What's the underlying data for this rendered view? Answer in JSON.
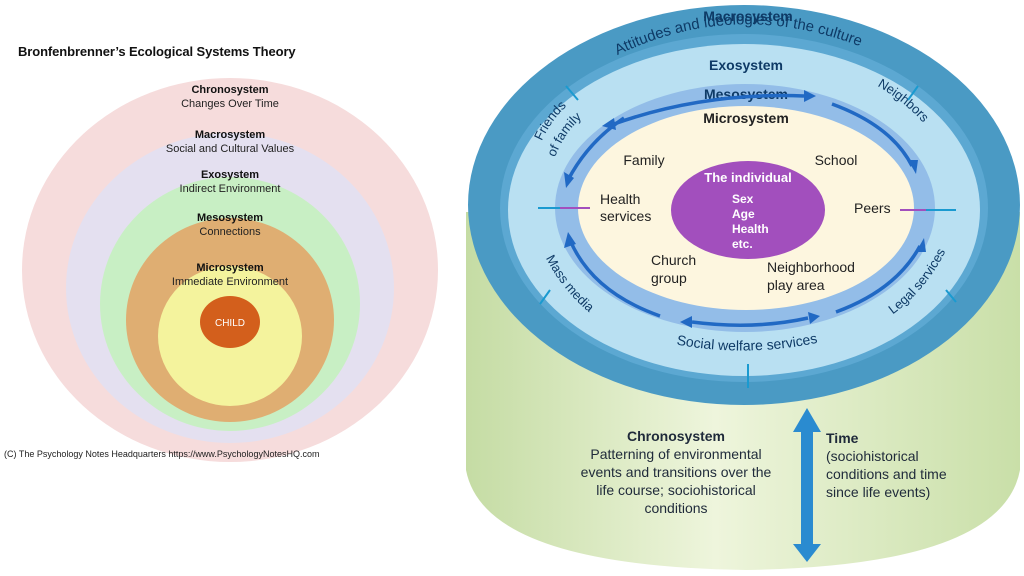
{
  "left": {
    "title": "Bronfenbrenner’s Ecological Systems Theory",
    "credit": "(C) The Psychology Notes Headquarters https://www.PsychologyNotesHQ.com",
    "rings": [
      {
        "name": "Chronosystem",
        "desc": "Changes Over Time",
        "color": "#f6dcdc"
      },
      {
        "name": "Macrosystem",
        "desc": "Social and Cultural Values",
        "color": "#e4e0f0"
      },
      {
        "name": "Exosystem",
        "desc": "Indirect Environment",
        "color": "#c8efc4"
      },
      {
        "name": "Mesosystem",
        "desc": "Connections",
        "color": "#dfae72"
      },
      {
        "name": "Microsystem",
        "desc": "Immediate Environment",
        "color": "#f4f39d"
      }
    ],
    "center": {
      "label": "CHILD",
      "color": "#d35f1c"
    }
  },
  "right": {
    "macro_label": "Macrosystem",
    "macro_desc": "Attitudes and ideologies of the culture",
    "exo_label": "Exosystem",
    "exo_items": [
      "Friends",
      "of family",
      "Neighbors",
      "Mass media",
      "Legal services",
      "Social welfare services"
    ],
    "meso_label": "Mesosystem",
    "micro_label": "Microsystem",
    "micro_items": [
      "Family",
      "School",
      "Health",
      "services",
      "Peers",
      "Church",
      "group",
      "Neighborhood",
      "play area"
    ],
    "individual": {
      "title": "The individual",
      "traits": [
        "Sex",
        "Age",
        "Health",
        "etc."
      ]
    },
    "chrono": {
      "title": "Chronosystem",
      "lines": [
        "Patterning of environmental",
        "events and transitions over the",
        "life course; sociohistorical",
        "conditions"
      ]
    },
    "time": {
      "title": "Time",
      "lines": [
        "(sociohistorical",
        "conditions and time",
        "since life events)"
      ]
    },
    "colors": {
      "cyl_top": "#4a9ac4",
      "cyl_side": "#dde9c2",
      "exo": "#b9e0f2",
      "meso": "#93bde8",
      "micro": "#fdf6df",
      "individual": "#a24fbd",
      "arrow": "#2169c4"
    }
  }
}
